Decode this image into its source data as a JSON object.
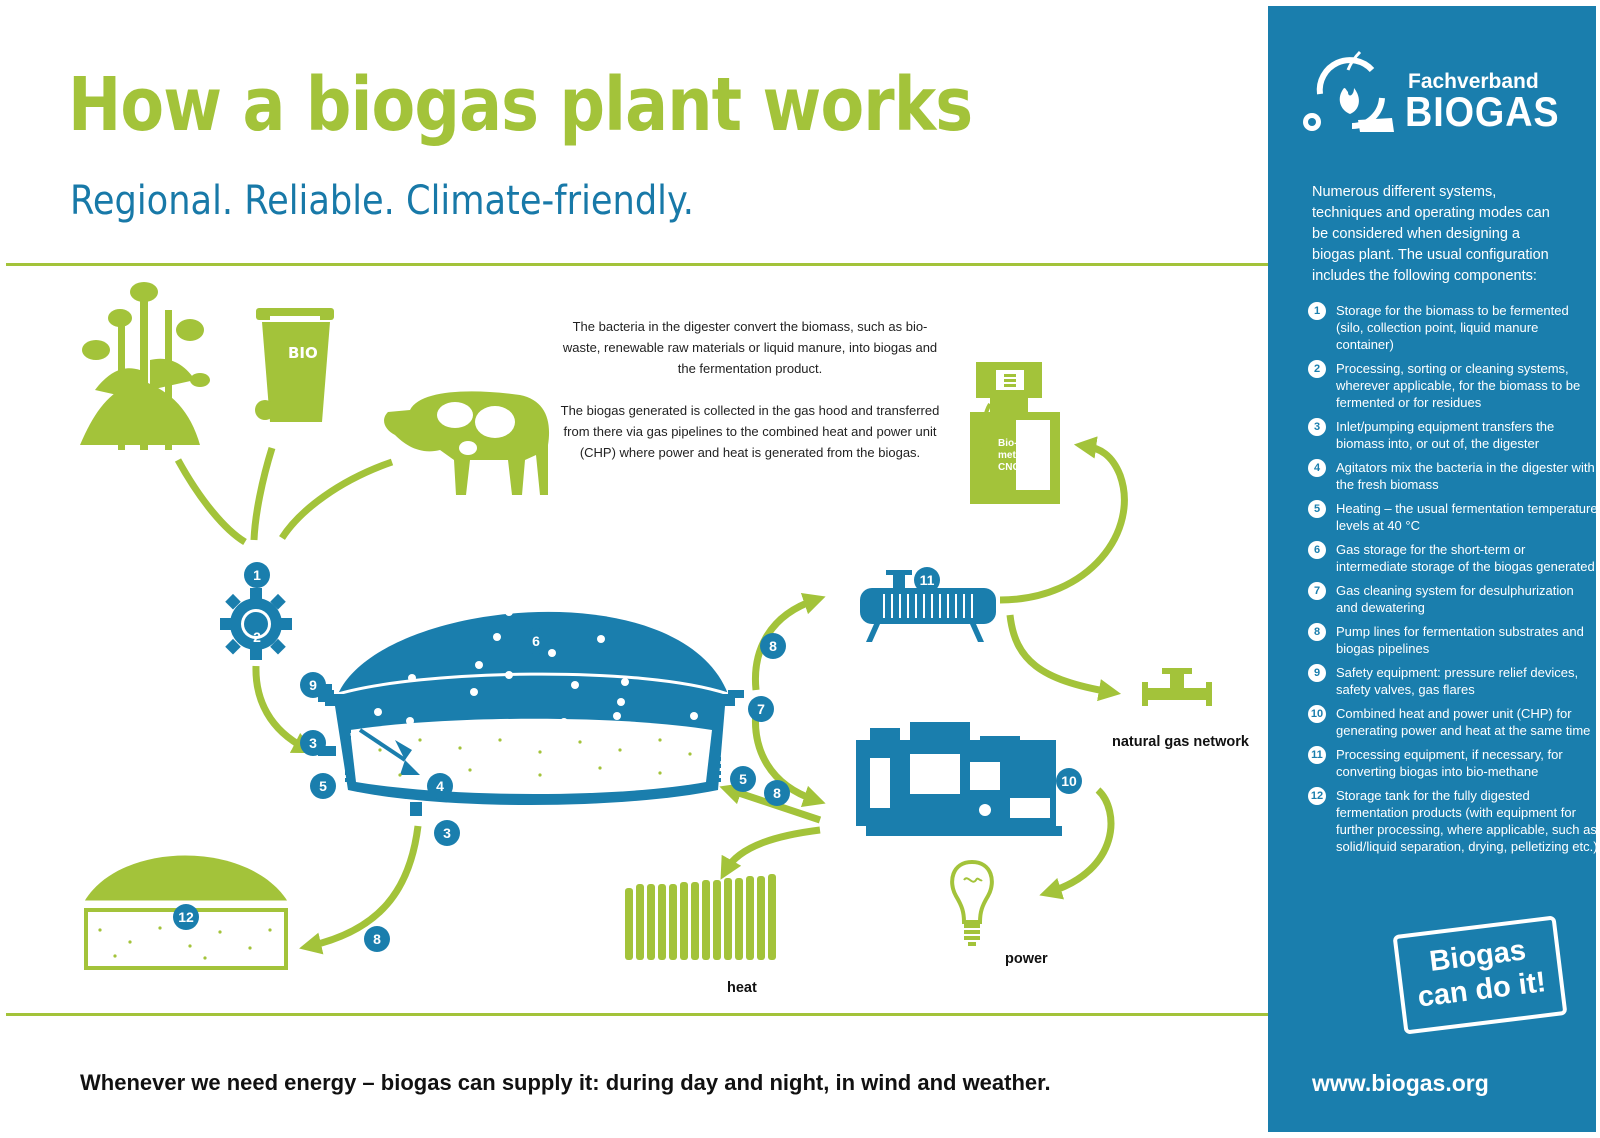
{
  "title": "How a biogas plant works",
  "subtitle": "Regional. Reliable. Climate-friendly.",
  "description": {
    "p1": "The bacteria in the digester convert the biomass, such as bio-waste, renewable raw materials or liquid manure, into biogas and the fermentation product.",
    "p2": "The biogas generated is collected in the gas hood and transferred from there via gas pipelines to the combined heat and power unit (CHP) where power and heat is generated from the biogas."
  },
  "labels": {
    "natural_gas": "natural gas network",
    "heat": "heat",
    "power": "power",
    "bin_text": "BIO",
    "pump_text": "Bio-\nmethan/\nCNG"
  },
  "diagram_badges": {
    "b1": "1",
    "b2": "2",
    "b3a": "3",
    "b3b": "3",
    "b4": "4",
    "b5a": "5",
    "b5b": "5",
    "b6": "6",
    "b7": "7",
    "b8a": "8",
    "b8b": "8",
    "b8c": "8",
    "b9": "9",
    "b10": "10",
    "b11": "11",
    "b12": "12"
  },
  "bottom_slogan": "Whenever we need energy – biogas can supply it: during day and night, in wind and weather.",
  "sidebar": {
    "brand_top": "Fachverband",
    "brand_main": "BIOGAS",
    "intro": "Numerous different systems, techniques and operating modes can be considered when designing a biogas plant. The usual configuration includes the following components:",
    "components": [
      {
        "num": "1",
        "text": "Storage for the biomass to be fermented (silo, collection point, liquid manure container)"
      },
      {
        "num": "2",
        "text": "Processing, sorting or cleaning systems, wherever applicable, for the biomass to be fermented or for residues"
      },
      {
        "num": "3",
        "text": "Inlet/pumping equipment transfers the biomass into, or out of, the digester"
      },
      {
        "num": "4",
        "text": "Agitators mix the bacteria in the digester with the fresh biomass"
      },
      {
        "num": "5",
        "text": "Heating – the usual fermentation temperature levels at 40 °C"
      },
      {
        "num": "6",
        "text": "Gas storage for the short-term or intermediate storage of the biogas generated"
      },
      {
        "num": "7",
        "text": "Gas cleaning system for desulphurization and dewatering"
      },
      {
        "num": "8",
        "text": "Pump lines for fermentation substrates and biogas pipelines"
      },
      {
        "num": "9",
        "text": "Safety equipment: pressure relief devices, safety valves, gas flares"
      },
      {
        "num": "10",
        "text": "Combined heat and power unit (CHP) for generating power and heat at the same time"
      },
      {
        "num": "11",
        "text": "Processing equipment, if necessary, for converting biogas into bio-methane"
      },
      {
        "num": "12",
        "text": "Storage tank for the fully digested fermentation products (with equipment for further processing, where applicable, such as solid/liquid separation, drying, pelletizing etc.)"
      }
    ],
    "stamp_l1": "Biogas",
    "stamp_l2": "can do it!",
    "url": "www.biogas.org"
  },
  "colors": {
    "green": "#a3c33a",
    "blue": "#1a7ead"
  }
}
